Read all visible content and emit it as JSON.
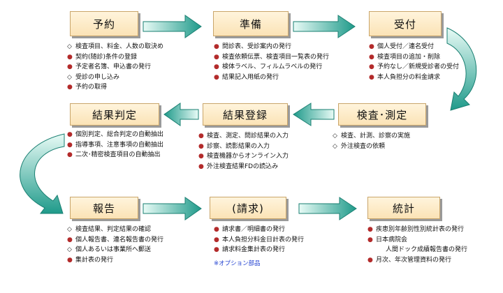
{
  "stages": {
    "yoyaku": {
      "title": "予約",
      "items": [
        {
          "text": "検査項目、料金、人数の取決め",
          "marker": "hollow"
        },
        {
          "text": "契約(随診)条件の登録",
          "marker": "filled"
        },
        {
          "text": "予定者名簿、申込書の発行",
          "marker": "filled"
        },
        {
          "text": "受診の申し込み",
          "marker": "hollow"
        },
        {
          "text": "予約の取得",
          "marker": "filled"
        }
      ]
    },
    "junbi": {
      "title": "準備",
      "items": [
        {
          "text": "問診表、受診案内の発行",
          "marker": "filled"
        },
        {
          "text": "検査依頼伝票、検査項目一覧表の発行",
          "marker": "filled"
        },
        {
          "text": "検体ラベル、フィルムラベルの発行",
          "marker": "filled"
        },
        {
          "text": "結果記入用紙の発行",
          "marker": "filled"
        }
      ]
    },
    "uketsuke": {
      "title": "受付",
      "items": [
        {
          "text": "個人受付／連名受付",
          "marker": "filled"
        },
        {
          "text": "検査項目の追加・削除",
          "marker": "filled"
        },
        {
          "text": "予約なし／新規受診者の受付",
          "marker": "filled"
        },
        {
          "text": "本人負担分の料金請求",
          "marker": "filled"
        }
      ]
    },
    "kensa": {
      "title": "検査･測定",
      "items": [
        {
          "text": "検査、計測、診察の実施",
          "marker": "hollow"
        },
        {
          "text": "外注検査の依頼",
          "marker": "hollow"
        }
      ]
    },
    "kekka_touroku": {
      "title": "結果登録",
      "items": [
        {
          "text": "検査、測定、問診結果の入力",
          "marker": "filled"
        },
        {
          "text": "診察、読影結果の入力",
          "marker": "filled"
        },
        {
          "text": "検査機器からオンライン入力",
          "marker": "filled"
        },
        {
          "text": "外注検査結果FDの読込み",
          "marker": "filled"
        }
      ]
    },
    "kekka_hantei": {
      "title": "結果判定",
      "items": [
        {
          "text": "個別判定、総合判定の自動抽出",
          "marker": "filled"
        },
        {
          "text": "指導事項、注意事項の自動抽出",
          "marker": "filled"
        },
        {
          "text": "二次･精密検査項目の自動抽出",
          "marker": "filled"
        }
      ]
    },
    "houkoku": {
      "title": "報告",
      "items": [
        {
          "text": "検査結果、判定結果の確認",
          "marker": "hollow"
        },
        {
          "text": "個人報告書、連名報告書の発行",
          "marker": "filled"
        },
        {
          "text": "個人あるいは事業所へ郵送",
          "marker": "hollow"
        },
        {
          "text": "集計表の発行",
          "marker": "filled"
        }
      ]
    },
    "seikyu": {
      "title": "(請求)",
      "items": [
        {
          "text": "請求書／明細書の発行",
          "marker": "filled"
        },
        {
          "text": "本人負担分料金日計表の発行",
          "marker": "filled"
        },
        {
          "text": "請求料金集計表の発行",
          "marker": "filled"
        }
      ],
      "note": "※オプション部品"
    },
    "toukei": {
      "title": "統計",
      "items": [
        {
          "text": "疾患別年齢別性別統計表の発行",
          "marker": "filled"
        },
        {
          "text": "日本病院会",
          "marker": "filled"
        },
        {
          "text": "人間ドック成績報告書の発行",
          "marker": "none"
        },
        {
          "text": "月次、年次管理資料の発行",
          "marker": "filled"
        }
      ]
    }
  },
  "colors": {
    "arrow_fill": "#1f9a8a",
    "arrow_light": "#e8fbf6",
    "box_border": "#c9a56a",
    "bullet": "#b32b2b",
    "note": "#1f3fd0"
  }
}
